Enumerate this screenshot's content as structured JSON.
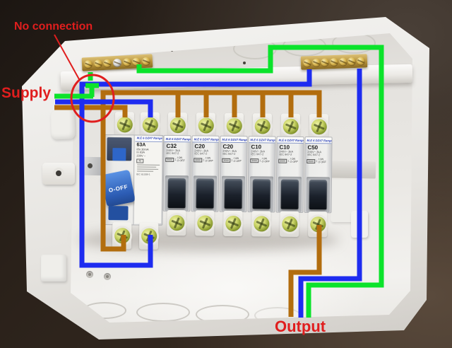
{
  "annotations": {
    "no_connection": "No connection",
    "supply": "Supply",
    "output": "Output"
  },
  "colors": {
    "earth_wire": "#0be32b",
    "neutral_wire": "#1e2cf0",
    "live_wire": "#b26d0e",
    "annotation_red": "#e01e1e"
  },
  "rcd": {
    "header": "M.E 6 DZ47 Range",
    "rating": "63A",
    "line1": "Iδn 30mA",
    "line2": "In 63A",
    "line3": "230V ~",
    "energy_class": "40",
    "cert": "IEC 61008-1",
    "toggle_label": "O-OFF"
  },
  "breakers": [
    {
      "header": "M.E 6 DZ47 Range",
      "rating": "C32",
      "line1": "240V~ 3kA",
      "line2": "IEC 947-2",
      "energy_class": "3000",
      "arrow": "↕",
      "on_label": "I ON",
      "off_label": "O OFF"
    },
    {
      "header": "M.E 6 DZ47 Range",
      "rating": "C20",
      "line1": "240V~ 3kA",
      "line2": "IEC 947-2",
      "energy_class": "3000",
      "arrow": "↕",
      "on_label": "I ON",
      "off_label": "O OFF"
    },
    {
      "header": "M.E 6 DZ47 Range",
      "rating": "C20",
      "line1": "240V~ 3kA",
      "line2": "IEC 947-2",
      "energy_class": "3000",
      "arrow": "↕",
      "on_label": "I ON",
      "off_label": "O OFF"
    },
    {
      "header": "M.E 6 DZ47 Range",
      "rating": "C10",
      "line1": "240V~ 3kA",
      "line2": "IEC 947-2",
      "energy_class": "3000",
      "arrow": "↕",
      "on_label": "I ON",
      "off_label": "O OFF"
    },
    {
      "header": "M.E 6 DZ47 Range",
      "rating": "C10",
      "line1": "240V~ 3kA",
      "line2": "IEC 947-2",
      "energy_class": "3000",
      "arrow": "↕",
      "on_label": "I ON",
      "off_label": "O OFF"
    },
    {
      "header": "M.E 6 DZ47 Range",
      "rating": "C50",
      "line1": "240V~ 3kA",
      "line2": "IEC 947-2",
      "energy_class": "3000",
      "arrow": "↕",
      "on_label": "I ON",
      "off_label": "O OFF"
    }
  ]
}
